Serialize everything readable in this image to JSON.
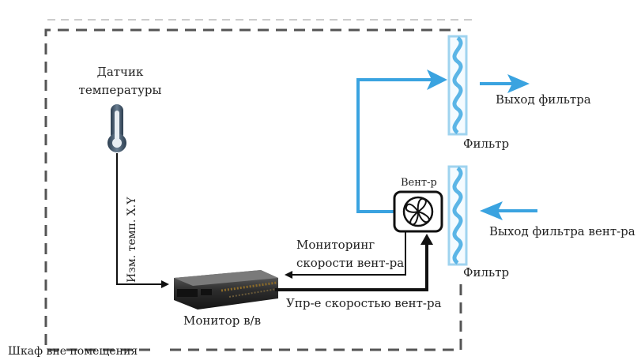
{
  "sensor": {
    "line1": "Датчик",
    "line2": "температуры"
  },
  "sensor_line_label": "Изм. темп. X.Y",
  "monitor_label": "Монитор в/в",
  "fan_label": "Вент-р",
  "speed_monitoring": {
    "line1": "Мониторинг",
    "line2": "скорости вент-ра"
  },
  "speed_control_label": "Упр-е скоростью вент-ра",
  "filter_top_label": "Фильтр",
  "filter_bottom_label": "Фильтр",
  "filter_output_label": "Выход фильтра",
  "fan_filter_output_label": "Выход фильтра вент-ра",
  "enclosure_label": "Шкаф вне помещения",
  "colors": {
    "airflow": "#3aa3e0",
    "filter": "#9fd3ef",
    "line": "#111111"
  }
}
